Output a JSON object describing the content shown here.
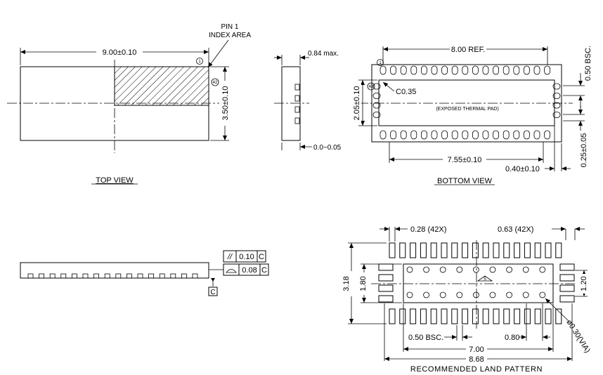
{
  "top_view": {
    "title": "TOP VIEW",
    "dim_length": "9.00±0.10",
    "dim_width": "3.50±0.10",
    "pin1_label_line1": "PIN 1",
    "pin1_label_line2": "INDEX AREA",
    "marker_1": "1",
    "marker_42": "42"
  },
  "side_view": {
    "dim_height": "0.84 max.",
    "dim_standoff": "0.0~0.05"
  },
  "bottom_view": {
    "title": "BOTTOM VIEW",
    "dim_ref": "8.00 REF.",
    "dim_pitch": "0.50 BSC.",
    "dim_pad_width": "2.05±0.10",
    "chamfer": "C0.35",
    "pad_note": "(EXPOSED THERMAL PAD)",
    "dim_pad_length": "7.55±0.10",
    "dim_lead_length": "0.40±0.10",
    "dim_lead_width": "0.25±0.05",
    "marker_1": "1",
    "marker_42": "42"
  },
  "front_view": {
    "fcf1_symbol": "//",
    "fcf1_value": "0.10",
    "fcf1_datum": "C",
    "fcf2_value": "0.08",
    "fcf2_datum": "C",
    "datum_label": "C"
  },
  "land_pattern": {
    "title": "RECOMMENDED LAND PATTERN",
    "dim_pad_w": "0.28 (42X)",
    "dim_pad_l": "0.63 (42X)",
    "dim_total_h": "3.18",
    "dim_inner_h": "1.80",
    "dim_end_h": "1.20",
    "dim_pitch": "0.50 BSC.",
    "dim_via_pitch": "0.80",
    "dim_via": "ø0.30(VIA)",
    "dim_inner_w": "7.00",
    "dim_total_w": "8.68",
    "marker_5": "5"
  }
}
